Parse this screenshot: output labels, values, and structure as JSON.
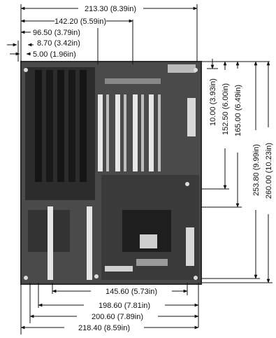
{
  "top_dimensions": [
    {
      "id": "d1",
      "label": "213.30 (8.39in)"
    },
    {
      "id": "d2",
      "label": "142.20 (5.59in)"
    },
    {
      "id": "d3",
      "label": "96.50 (3.79in)"
    },
    {
      "id": "d4",
      "label": "8.70 (3.42in)"
    },
    {
      "id": "d5",
      "label": "5.00 (1.96in)"
    }
  ],
  "bottom_dimensions": [
    {
      "id": "b1",
      "label": "145.60 (5.73in)"
    },
    {
      "id": "b2",
      "label": "198.60 (7.81in)"
    },
    {
      "id": "b3",
      "label": "200.60 (7.89in)"
    },
    {
      "id": "b4",
      "label": "218.40 (8.59in)"
    }
  ],
  "right_dimensions": [
    {
      "id": "r1",
      "label": "10.00 (3.93in)"
    },
    {
      "id": "r2",
      "label": "152.50 (6.00in)"
    },
    {
      "id": "r3",
      "label": "165.00 (6.49in)"
    },
    {
      "id": "r4",
      "label": "253.80 (9.99in)"
    },
    {
      "id": "r5",
      "label": "260.00 (10.23in)"
    }
  ],
  "colors": {
    "board": "#4a4a4a",
    "board_dark": "#232323",
    "slot_white": "#e6e6e6",
    "line": "#111111"
  }
}
